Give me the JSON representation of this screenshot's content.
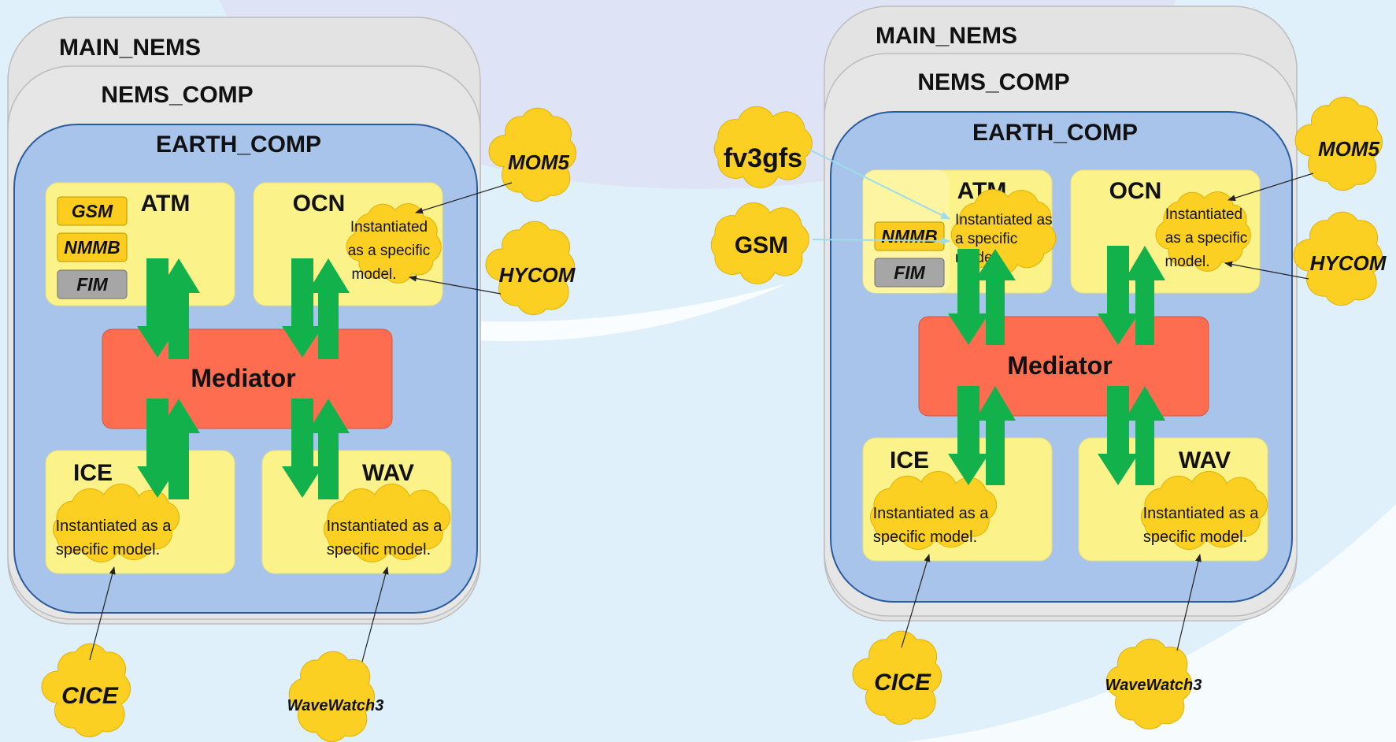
{
  "left": {
    "main_nems": "MAIN_NEMS",
    "nems_comp": "NEMS_COMP",
    "earth_comp": "EARTH_COMP",
    "atm": "ATM",
    "ocn": "OCN",
    "ice": "ICE",
    "wav": "WAV",
    "mediator": "Mediator",
    "atm_models": [
      "GSM",
      "NMMB",
      "FIM"
    ],
    "ocn_note": [
      "Instantiated",
      "as a specific",
      "model."
    ],
    "ice_note": [
      "Instantiated as a",
      "specific model."
    ],
    "wav_note": [
      "Instantiated as a",
      "specific model."
    ],
    "clouds": {
      "mom5": "MOM5",
      "hycom": "HYCOM",
      "cice": "CICE",
      "wavewatch3": "WaveWatch3"
    }
  },
  "right": {
    "main_nems": "MAIN_NEMS",
    "nems_comp": "NEMS_COMP",
    "earth_comp": "EARTH_COMP",
    "atm": "ATM",
    "ocn": "OCN",
    "ice": "ICE",
    "wav": "WAV",
    "mediator": "Mediator",
    "atm_models": [
      "NMMB",
      "FIM"
    ],
    "atm_note": [
      "Instantiated as",
      "a specific",
      "model"
    ],
    "ocn_note": [
      "Instantiated",
      "as a specific",
      "model."
    ],
    "ice_note": [
      "Instantiated as a",
      "specific model."
    ],
    "wav_note": [
      "Instantiated as a",
      "specific model."
    ],
    "clouds": {
      "fv3gfs": "fv3gfs",
      "gsm": "GSM",
      "mom5": "MOM5",
      "hycom": "HYCOM",
      "cice": "CICE",
      "wavewatch3": "WaveWatch3"
    }
  },
  "colors": {
    "background": "#dff0fb",
    "outer_container": "#e3e3e3",
    "earth_comp": "#a9c4ea",
    "earth_border": "#2a5b9e",
    "component": "#fbf28a",
    "mediator": "#fe6d50",
    "arrow": "#13b14c",
    "cloud": "#fcd022",
    "model_tag": "#fccc1e",
    "fim_tag": "#a6a6a6"
  }
}
